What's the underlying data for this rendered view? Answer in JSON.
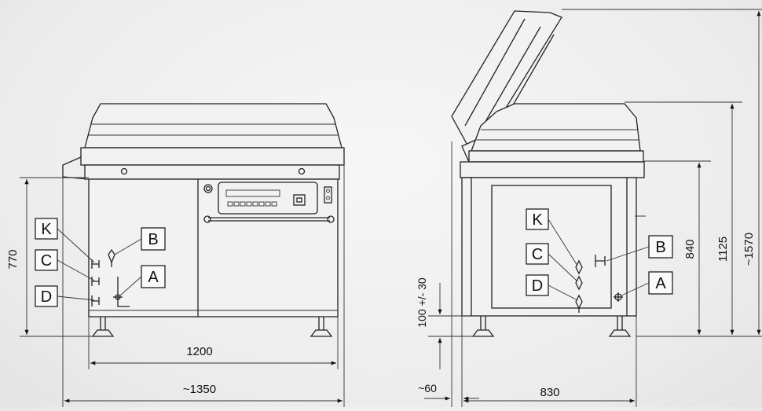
{
  "front_view": {
    "labels": {
      "k": "K",
      "c": "C",
      "d": "D",
      "b": "B",
      "a": "A"
    },
    "dims": {
      "height": "770",
      "inner_width": "1200",
      "outer_width": "~1350"
    }
  },
  "side_view": {
    "labels": {
      "k": "K",
      "c": "C",
      "d": "D",
      "b": "B",
      "a": "A"
    },
    "dims": {
      "lift": "100 +/- 30",
      "offset": "~60",
      "depth": "830",
      "height_840": "840",
      "height_1125": "1125",
      "height_1570": "~1570"
    }
  }
}
